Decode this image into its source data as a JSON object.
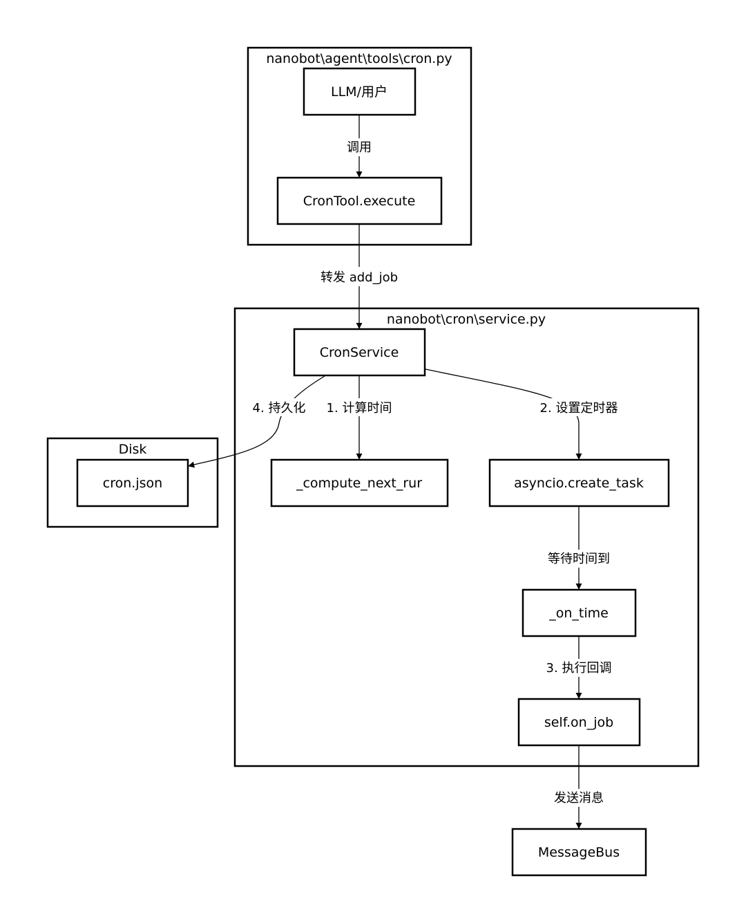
{
  "colors": {
    "stroke": "#000000",
    "fill": "#ffffff"
  },
  "clusters": {
    "tools": "nanobot\\agent\\tools\\cron.py",
    "service": "nanobot\\cron\\service.py",
    "disk": "Disk"
  },
  "nodes": {
    "llm_user": "LLM/用户",
    "crontool_execute": "CronTool.execute",
    "cronservice": "CronService",
    "cron_json": "cron.json",
    "compute_next_run": "_compute_next_rur",
    "create_task": "asyncio.create_task",
    "on_time": "_on_time",
    "on_job": "self.on_job",
    "messagebus": "MessageBus"
  },
  "edges": {
    "invoke": "调用",
    "forward_add_job": "转发 add_job",
    "persist": "4. 持久化",
    "compute_time": "1. 计算时间",
    "set_timer": "2. 设置定时器",
    "wait_time": "等待时间到",
    "run_callback": "3. 执行回调",
    "send_message": "发送消息"
  }
}
